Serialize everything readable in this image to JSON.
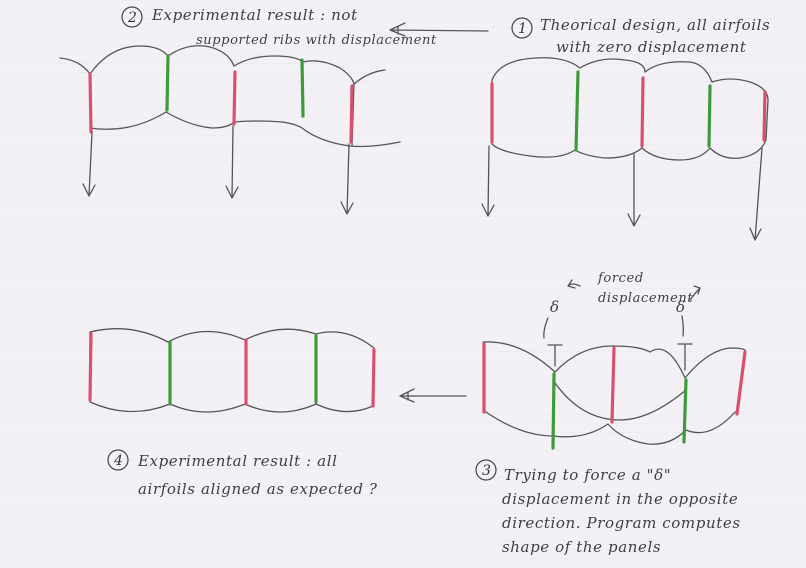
{
  "notes": {
    "note1": {
      "number": "1",
      "lines": [
        "Theorical design, all airfoils",
        "with zero displacement"
      ]
    },
    "note2": {
      "number": "2",
      "lines": [
        "Experimental result : not",
        "supported ribs with displacement"
      ]
    },
    "note3": {
      "number": "3",
      "lines": [
        "Trying to force a \"δ\"",
        "displacement in the opposite",
        "direction. Program computes",
        "shape of the panels"
      ]
    },
    "note4": {
      "number": "4",
      "lines": [
        "Experimental result : all",
        "airfoils aligned as expected ?"
      ]
    },
    "forced": {
      "lines": [
        "forced",
        "displacement"
      ],
      "delta": "δ"
    }
  },
  "colors": {
    "ink": "#555555",
    "rib_red": "#d8506e",
    "rib_green": "#3f9a3a"
  }
}
